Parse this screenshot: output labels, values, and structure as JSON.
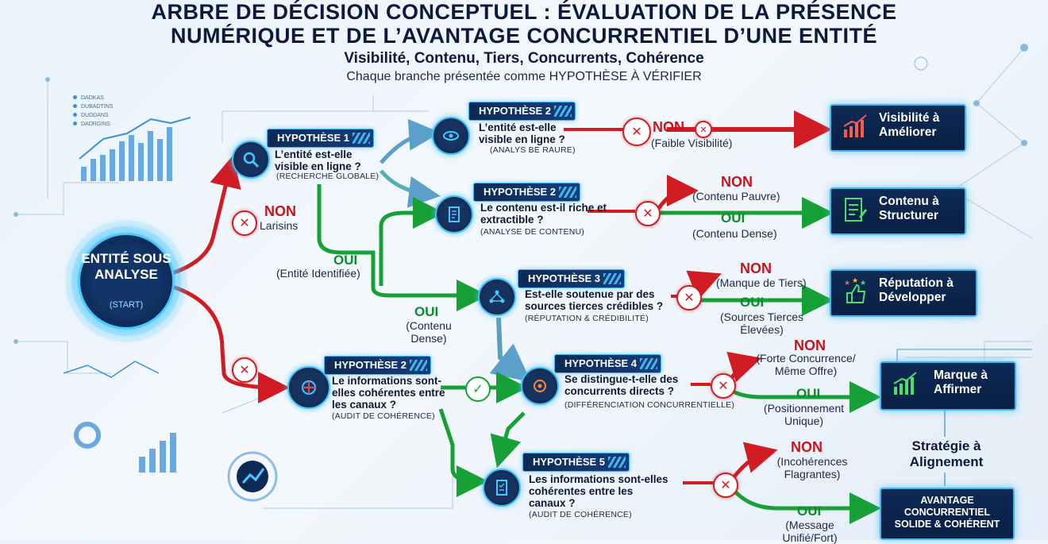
{
  "header": {
    "title_line1": "ARBRE DE DÉCISION CONCEPTUEL : ÉVALUATION DE LA PRÉSENCE",
    "title_line2": "NUMÉRIQUE ET DE L’AVANTAGE CONCURRENTIEL D’UNE ENTITÉ",
    "subtitle": "Visibilité, Contenu, Tiers, Concurrents, Cohérence",
    "subtitle2": "Chaque branche présentée comme HYPOTHÈSE À VÉRIFIER"
  },
  "start": {
    "title": "ENTITÉ SOUS ANALYSE",
    "sub": "(START)"
  },
  "hypotheses": [
    {
      "tag": "HYPOTHÈSE 1",
      "question": "L’entité est-elle visible en ligne ?",
      "sub": "(RECHERCHE GLOBALE)"
    },
    {
      "tag": "HYPOTHÈSE 2",
      "question": "L’entité est-elle visible en ligne ?",
      "sub": "(ANALYS BE RAURE)"
    },
    {
      "tag": "HYPOTHÈSE 2",
      "question": "Le contenu est-il riche et extractible ?",
      "sub": "(ANALYSE DE CONTENU)"
    },
    {
      "tag": "HYPOTHÈSE 3",
      "question": "Est-elle soutenue par des sources tierces crédibles ?",
      "sub": "(RÉPUTATION & CRÉDIBILITÉ)"
    },
    {
      "tag": "HYPOTHÈSE 2",
      "question": "Le informations sont-elles cohérentes entre les canaux ?",
      "sub": "(AUDIT DE COHÉRENCE)"
    },
    {
      "tag": "HYPOTHÈSE 4",
      "question": "Se distingue-t-elle des concurrents directs ?",
      "sub": "(DIFFÉRENCIATION CONCURRENTIELLE)"
    },
    {
      "tag": "HYPOTHÈSE 5",
      "question": "Les informations sont-elles cohérentes entre les canaux ?",
      "sub": "(AUDIT DE COHÉRENCE)"
    }
  ],
  "branches": {
    "start_non": "NON",
    "start_non_note": "Larisins",
    "h1_oui": "OUI",
    "h1_oui_note": "(Entité Identifiée)",
    "h2b_oui": "OUI",
    "h2b_oui_note": "(Contenu Dense)",
    "h2a_non": "NON",
    "h2a_non_note": "(Faible Visibilité)",
    "h2c_non": "NON",
    "h2c_non_note": "(Contenu Pauvre)",
    "h2c_oui": "OUI",
    "h2c_oui_note": "(Contenu Dense)",
    "h3_non": "NON",
    "h3_non_note": "(Manque de Tiers)",
    "h3_oui": "OUI",
    "h3_oui_note": "(Sources Tierces Élevées)",
    "h4_non": "NON",
    "h4_non_note": "(Forte Concurrence/ Même Offre)",
    "h4_oui": "OUI",
    "h4_oui_note": "(Positionnement Unique)",
    "h5_non": "NON",
    "h5_non_note": "(Incohérences Flagrantes)",
    "h5_oui": "OUI",
    "h5_oui_note": "(Message Unifié/Fort)"
  },
  "outcomes": [
    {
      "label": "Visibilité à Améliorer",
      "icon": "chart-up-icon"
    },
    {
      "label": "Contenu à Structurer",
      "icon": "document-edit-icon"
    },
    {
      "label": "Réputation à Développer",
      "icon": "thumbs-up-stars-icon"
    },
    {
      "label": "Marque à Affirmer",
      "icon": "chart-up-icon"
    }
  ],
  "strategy": "Stratégie à Alignement",
  "final": "AVANTAGE CONCURRENTIEL SOLIDE & COHÉRENT",
  "decor_legend": [
    "DADKAS",
    "DUBADTINS",
    "DUDDANS",
    "DADRGINS"
  ],
  "colors": {
    "yes": "#16a035",
    "no": "#d21c24",
    "accent": "#3fb7f0",
    "navy": "#0d2a55"
  }
}
